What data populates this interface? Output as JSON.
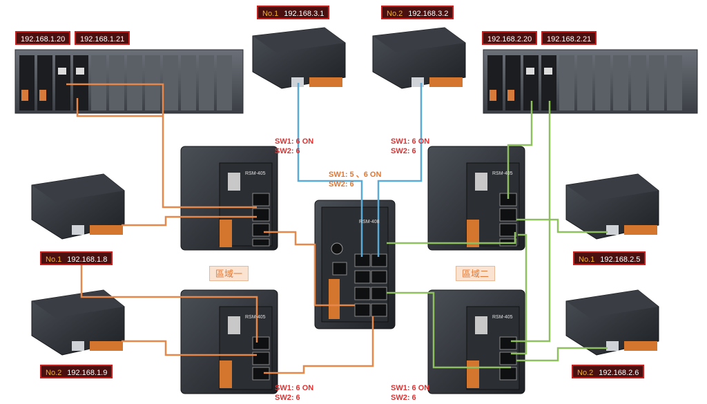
{
  "labels": {
    "rack_left_a": "192.168.1.20",
    "rack_left_b": "192.168.1.21",
    "top_no1_tag": "No.1",
    "top_no1_ip": "192.168.3.1",
    "top_no2_tag": "No.2",
    "top_no2_ip": "192.168.3.2",
    "rack_right_a": "192.168.2.20",
    "rack_right_b": "192.168.2.21",
    "left_no1_tag": "No.1",
    "left_no1_ip": "192.168.1.8",
    "left_no2_tag": "No.2",
    "left_no2_ip": "192.168.1.9",
    "right_no1_tag": "No.1",
    "right_no1_ip": "192.168.2.5",
    "right_no2_tag": "No.2",
    "right_no2_ip": "192.168.2.6"
  },
  "zones": {
    "zone1": "區域一",
    "zone2": "區域二"
  },
  "switch_notes": {
    "top_left_line1": "SW1: 6 ON",
    "top_left_line2": "SW2: 6",
    "top_right_line1": "SW1: 6 ON",
    "top_right_line2": "SW2: 6",
    "center_line1": "SW1: 5 、6 ON",
    "center_line2": "SW2: 6",
    "bottom_left_line1": "SW1: 6 ON",
    "bottom_left_line2": "SW2: 6",
    "bottom_right_line1": "SW1: 6 ON",
    "bottom_right_line2": "SW2: 6"
  },
  "devices": {
    "switch_model": "RSM-405",
    "center_switch_model": "RSM-408"
  },
  "colors": {
    "zone1_link": "#e8874a",
    "zone2_link": "#8fc060",
    "uplink": "#5aaad8",
    "label_border": "#c8201e",
    "label_bg": "#4a1010"
  }
}
